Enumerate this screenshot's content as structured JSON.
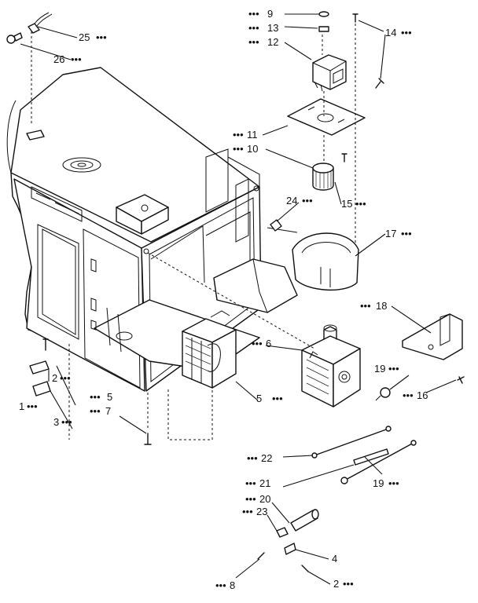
{
  "callouts": [
    {
      "id": "c1",
      "text": "1"
    },
    {
      "id": "c2a",
      "text": "2"
    },
    {
      "id": "c2b",
      "text": "2"
    },
    {
      "id": "c3",
      "text": "3"
    },
    {
      "id": "c4",
      "text": "4"
    },
    {
      "id": "c5a",
      "text": "5"
    },
    {
      "id": "c5b",
      "text": "5"
    },
    {
      "id": "c6",
      "text": "6"
    },
    {
      "id": "c7",
      "text": "7"
    },
    {
      "id": "c8",
      "text": "8"
    },
    {
      "id": "c9",
      "text": "9"
    },
    {
      "id": "c10",
      "text": "10"
    },
    {
      "id": "c11",
      "text": "11"
    },
    {
      "id": "c12",
      "text": "12"
    },
    {
      "id": "c13",
      "text": "13"
    },
    {
      "id": "c14",
      "text": "14"
    },
    {
      "id": "c15",
      "text": "15"
    },
    {
      "id": "c16",
      "text": "16"
    },
    {
      "id": "c17",
      "text": "17"
    },
    {
      "id": "c18",
      "text": "18"
    },
    {
      "id": "c19a",
      "text": "19"
    },
    {
      "id": "c19b",
      "text": "19"
    },
    {
      "id": "c20",
      "text": "20"
    },
    {
      "id": "c21",
      "text": "21"
    },
    {
      "id": "c22",
      "text": "22"
    },
    {
      "id": "c23",
      "text": "23"
    },
    {
      "id": "c24",
      "text": "24"
    },
    {
      "id": "c25",
      "text": "25"
    },
    {
      "id": "c26",
      "text": "26"
    }
  ]
}
